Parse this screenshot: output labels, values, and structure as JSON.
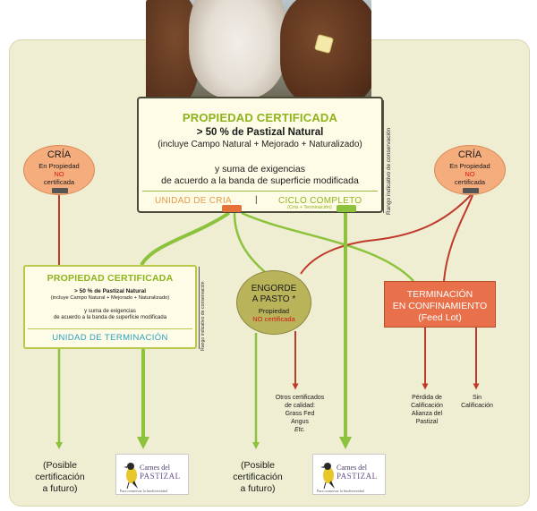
{
  "main_box": {
    "title": "PROPIEDAD CERTIFICADA",
    "line1": "> 50 % de Pastizal Natural",
    "line2": "(incluye Campo Natural + Mejorado + Naturalizado)",
    "line3": "y suma de exigencias",
    "line4": "de acuerdo a la banda de superficie modificada",
    "unidad_cria": "UNIDAD DE CRIA",
    "separator": "|",
    "ciclo_completo": "CICLO COMPLETO",
    "ciclo_sub": "(Cría + Terminación)",
    "side_label": "Rango indicativo de conservación"
  },
  "cria_left": {
    "title": "CRÍA",
    "l1": "En Propiedad",
    "l2": "NO",
    "l3": "certificada"
  },
  "cria_right": {
    "title": "CRÍA",
    "l1": "En Propiedad",
    "l2": "NO",
    "l3": "certificada"
  },
  "term_box": {
    "title": "PROPIEDAD CERTIFICADA",
    "line1": "> 50 % de Pastizal Natural",
    "line2": "(incluye Campo Natural + Mejorado + Naturalizado)",
    "line3": "y suma de exigencias",
    "line4": "de acuerdo a la banda de superficie modificada",
    "unidad": "UNIDAD DE TERMINACIÓN",
    "side_label": "Rango indicativo de conservación"
  },
  "engorde": {
    "l1": "ENGORDE",
    "l2": "A PASTO *",
    "l3": "Propiedad",
    "l4": "NO certificada"
  },
  "feedlot": {
    "l1": "TERMINACIÓN",
    "l2": "EN CONFINAMIENTO",
    "l3": "(Feed Lot)"
  },
  "notes": {
    "otros": [
      "Otros certificados",
      "de calidad:",
      "Grass Fed",
      "Angus",
      "Etc."
    ],
    "perdida": [
      "Pérdida de",
      "Calificación",
      "Alianza del",
      "Pastizal"
    ],
    "sin": [
      "Sin",
      "Calificación"
    ]
  },
  "outcomes": {
    "posible_left": [
      "(Posible",
      "certificación",
      "a futuro)"
    ],
    "posible_mid": [
      "(Posible",
      "certificación",
      "a futuro)"
    ]
  },
  "logo": {
    "brand1": "Carnes del",
    "brand2": "PASTIZAL",
    "tagline": "Para conservar la biodiversidad"
  },
  "colors": {
    "panel": "#efeed2",
    "green": "#8cc23c",
    "red": "#c0392b",
    "orange": "#e8704a",
    "cria": "#f5ad7e",
    "engorde": "#b9b45a",
    "blue_label": "#2aa0c0"
  }
}
